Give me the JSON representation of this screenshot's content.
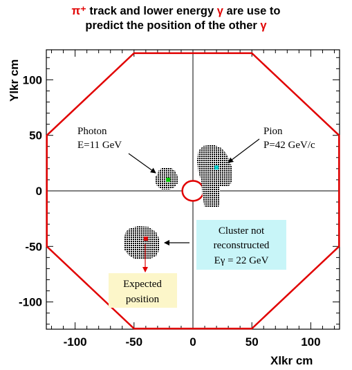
{
  "title": {
    "line1_sym": "π⁺",
    "line1_rest": " track and lower energy ",
    "gamma": "γ",
    "line1_end": " are use to",
    "line2_start": "predict the position of the other ",
    "line2_gamma": "γ"
  },
  "chart_data": {
    "type": "scatter",
    "xlabel": "Xlkr  cm",
    "ylabel": "Ylkr  cm",
    "xlim": [
      -128,
      128
    ],
    "ylim": [
      -125,
      128
    ],
    "x_ticks": [
      -100,
      -50,
      0,
      50,
      100
    ],
    "y_ticks": [
      -100,
      -50,
      0,
      50,
      100
    ],
    "grid": false,
    "octagon_detector": [
      [
        -50,
        124
      ],
      [
        50,
        124
      ],
      [
        124,
        50
      ],
      [
        124,
        -50
      ],
      [
        50,
        -124
      ],
      [
        -50,
        -124
      ],
      [
        -124,
        -50
      ],
      [
        -124,
        50
      ]
    ],
    "beam_hole": {
      "center": [
        0,
        0
      ],
      "radius": 9
    },
    "clusters": [
      {
        "name": "photon",
        "center": [
          -22,
          10
        ],
        "size": [
          12,
          9
        ]
      },
      {
        "name": "pion",
        "center": [
          18,
          13
        ],
        "size": [
          13,
          18
        ]
      },
      {
        "name": "missing",
        "center": [
          -42,
          -45
        ],
        "size": [
          14,
          11
        ]
      }
    ],
    "markers": [
      {
        "name": "photon-center",
        "x": -21,
        "y": 10,
        "color": "#00cc00"
      },
      {
        "name": "pion-center",
        "x": 20,
        "y": 21,
        "color": "#00cccc"
      },
      {
        "name": "expected-center",
        "x": -40,
        "y": -43,
        "color": "#e10000"
      }
    ]
  },
  "annotations": {
    "photon": [
      "Photon",
      "E=11 GeV"
    ],
    "pion": [
      "Pion",
      "P=42 GeV/c"
    ],
    "cluster": [
      "Cluster not",
      "reconstructed",
      "Eγ = 22 GeV"
    ],
    "expected": [
      "Expected",
      "position"
    ]
  },
  "colors": {
    "octagon": "#e10000",
    "cluster_box": "#c8f5f8",
    "expected_box": "#fcf6c9",
    "arrow_red": "#e10000"
  }
}
